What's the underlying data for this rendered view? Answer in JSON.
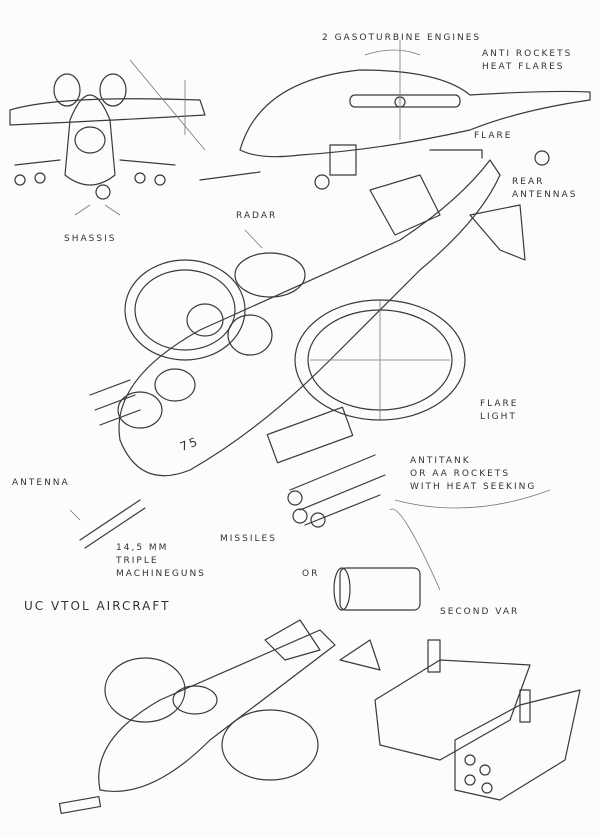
{
  "sheet_title": "UC VTOL AIRCRAFT",
  "labels": {
    "engines": "2 GASOTURBINE ENGINES",
    "flares": "ANTI ROCKETS\nHEAT FLARES",
    "flare": "FLARE",
    "rear_antennas": "REAR\nANTENNAS",
    "chassis": "SHASSIS",
    "radar": "RADAR",
    "flare_light": "FLARE\nLIGHT",
    "rockets": "ANTITANK\nOR AA ROCKETS\nWITH HEAT SEEKING",
    "antenna": "ANTENNA",
    "machineguns": "14,5 MM\nTRIPLE\nMACHINEGUNS",
    "missiles": "MISSILES",
    "or": "OR",
    "second_var": "SECOND VAR"
  },
  "fuselage_number": "75"
}
